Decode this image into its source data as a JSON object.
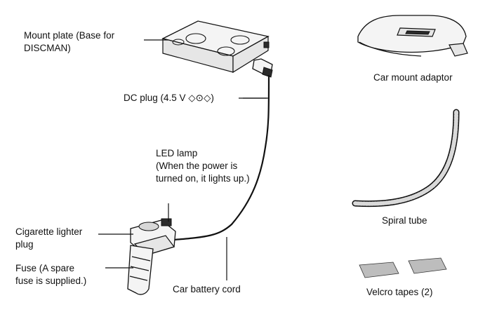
{
  "labels": {
    "mount_plate": [
      "Mount plate (Base for",
      "DISCMAN)"
    ],
    "dc_plug": "DC plug (4.5 V ◇⊙◇)",
    "led_lamp": [
      "LED lamp",
      "(When the power is",
      "turned on, it lights up.)"
    ],
    "cigarette_plug": [
      "Cigarette lighter",
      "plug"
    ],
    "fuse": [
      "Fuse (A spare",
      "fuse is supplied.)"
    ],
    "car_battery_cord": "Car battery cord",
    "car_mount_adaptor": "Car mount adaptor",
    "spiral_tube": "Spiral tube",
    "velcro_tapes": "Velcro tapes (2)"
  },
  "icons": [
    "mount-plate-icon",
    "dc-plug-icon",
    "cigarette-lighter-plug-icon",
    "fuse-icon",
    "car-mount-adaptor-icon",
    "spiral-tube-icon",
    "velcro-tape-icon"
  ]
}
